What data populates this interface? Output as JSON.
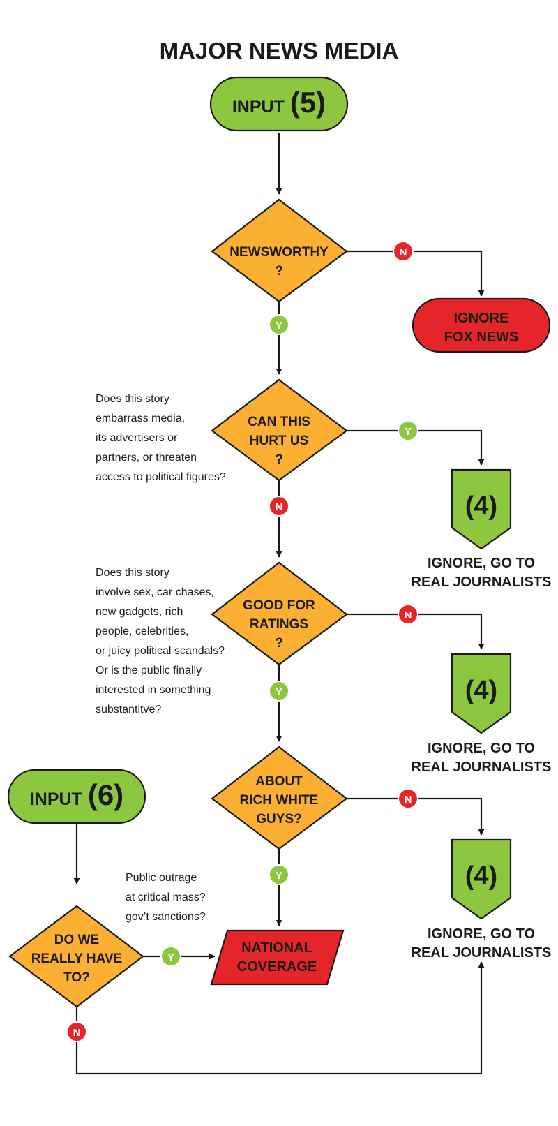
{
  "title": "MAJOR NEWS MEDIA",
  "colors": {
    "green": "#8dc63f",
    "orange": "#fbb034",
    "red": "#e4252a",
    "ink": "#1a1a1a"
  },
  "nodes": {
    "input5": {
      "label": "INPUT",
      "num": "(5)"
    },
    "newsworthy": {
      "line1": "NEWSWORTHY",
      "line2": "?"
    },
    "ignore_fox": {
      "line1": "IGNORE",
      "line2": "FOX NEWS"
    },
    "hurt": {
      "line1": "CAN THIS",
      "line2": "HURT US",
      "line3": "?"
    },
    "ratings": {
      "line1": "GOOD FOR",
      "line2": "RATINGS",
      "line3": "?"
    },
    "rich": {
      "line1": "ABOUT",
      "line2": "RICH WHITE",
      "line3": "GUYS?"
    },
    "input6": {
      "label": "INPUT",
      "num": "(6)"
    },
    "really": {
      "line1": "DO WE",
      "line2": "REALLY HAVE",
      "line3": "TO?"
    },
    "national": {
      "line1": "NATIONAL",
      "line2": "COVERAGE"
    },
    "goto1": {
      "num": "(4)",
      "line1": "IGNORE, GO TO",
      "line2": "REAL JOURNALISTS"
    },
    "goto2": {
      "num": "(4)",
      "line1": "IGNORE, GO TO",
      "line2": "REAL JOURNALISTS"
    },
    "goto3": {
      "num": "(4)",
      "line1": "IGNORE, GO TO",
      "line2": "REAL JOURNALISTS"
    }
  },
  "badges": {
    "newsworthy_no": "N",
    "newsworthy_yes": "Y",
    "hurt_yes": "Y",
    "hurt_no": "N",
    "ratings_no": "N",
    "ratings_yes": "Y",
    "rich_no": "N",
    "rich_yes": "Y",
    "really_yes": "Y",
    "really_no": "N"
  },
  "notes": {
    "hurt": [
      "Does this story",
      "embarrass media,",
      "its advertisers or",
      "partners, or threaten",
      "access to political figures?"
    ],
    "ratings": [
      "Does this story",
      "involve sex, car chases,",
      "new gadgets, rich",
      "people, celebrities,",
      "or juicy political scandals?",
      "Or is the public finally",
      "interested in something",
      "substantitve?"
    ],
    "really": [
      "Public outrage",
      "at critical mass?",
      "gov’t sanctions?"
    ]
  }
}
